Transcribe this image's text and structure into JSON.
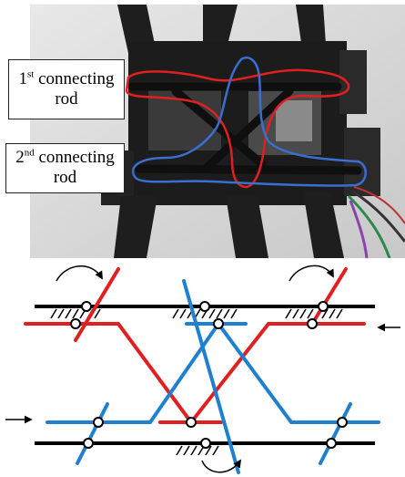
{
  "photo": {
    "description_icon": "mechanism-photo",
    "colors": {
      "outline_rod1": "#e02020",
      "outline_rod2": "#3a6fd0",
      "frame": "#1a1a1a",
      "background": "#dcdcdc"
    }
  },
  "labels": {
    "rod1": {
      "ordinal_num": "1",
      "ordinal_sup": "st",
      "line1_rest": " connecting",
      "line2": "rod"
    },
    "rod2": {
      "ordinal_num": "2",
      "ordinal_sup": "nd",
      "line1_rest": " connecting",
      "line2": "rod"
    }
  },
  "diagram": {
    "colors": {
      "ground": "#000000",
      "red_link": "#e02020",
      "blue_link": "#2080d0",
      "joint_fill": "#ffffff",
      "joint_stroke": "#000000"
    },
    "icons": [
      "rotation-arrow-icon",
      "input-arrow-icon",
      "ground-hatch-icon",
      "joint-icon"
    ]
  }
}
